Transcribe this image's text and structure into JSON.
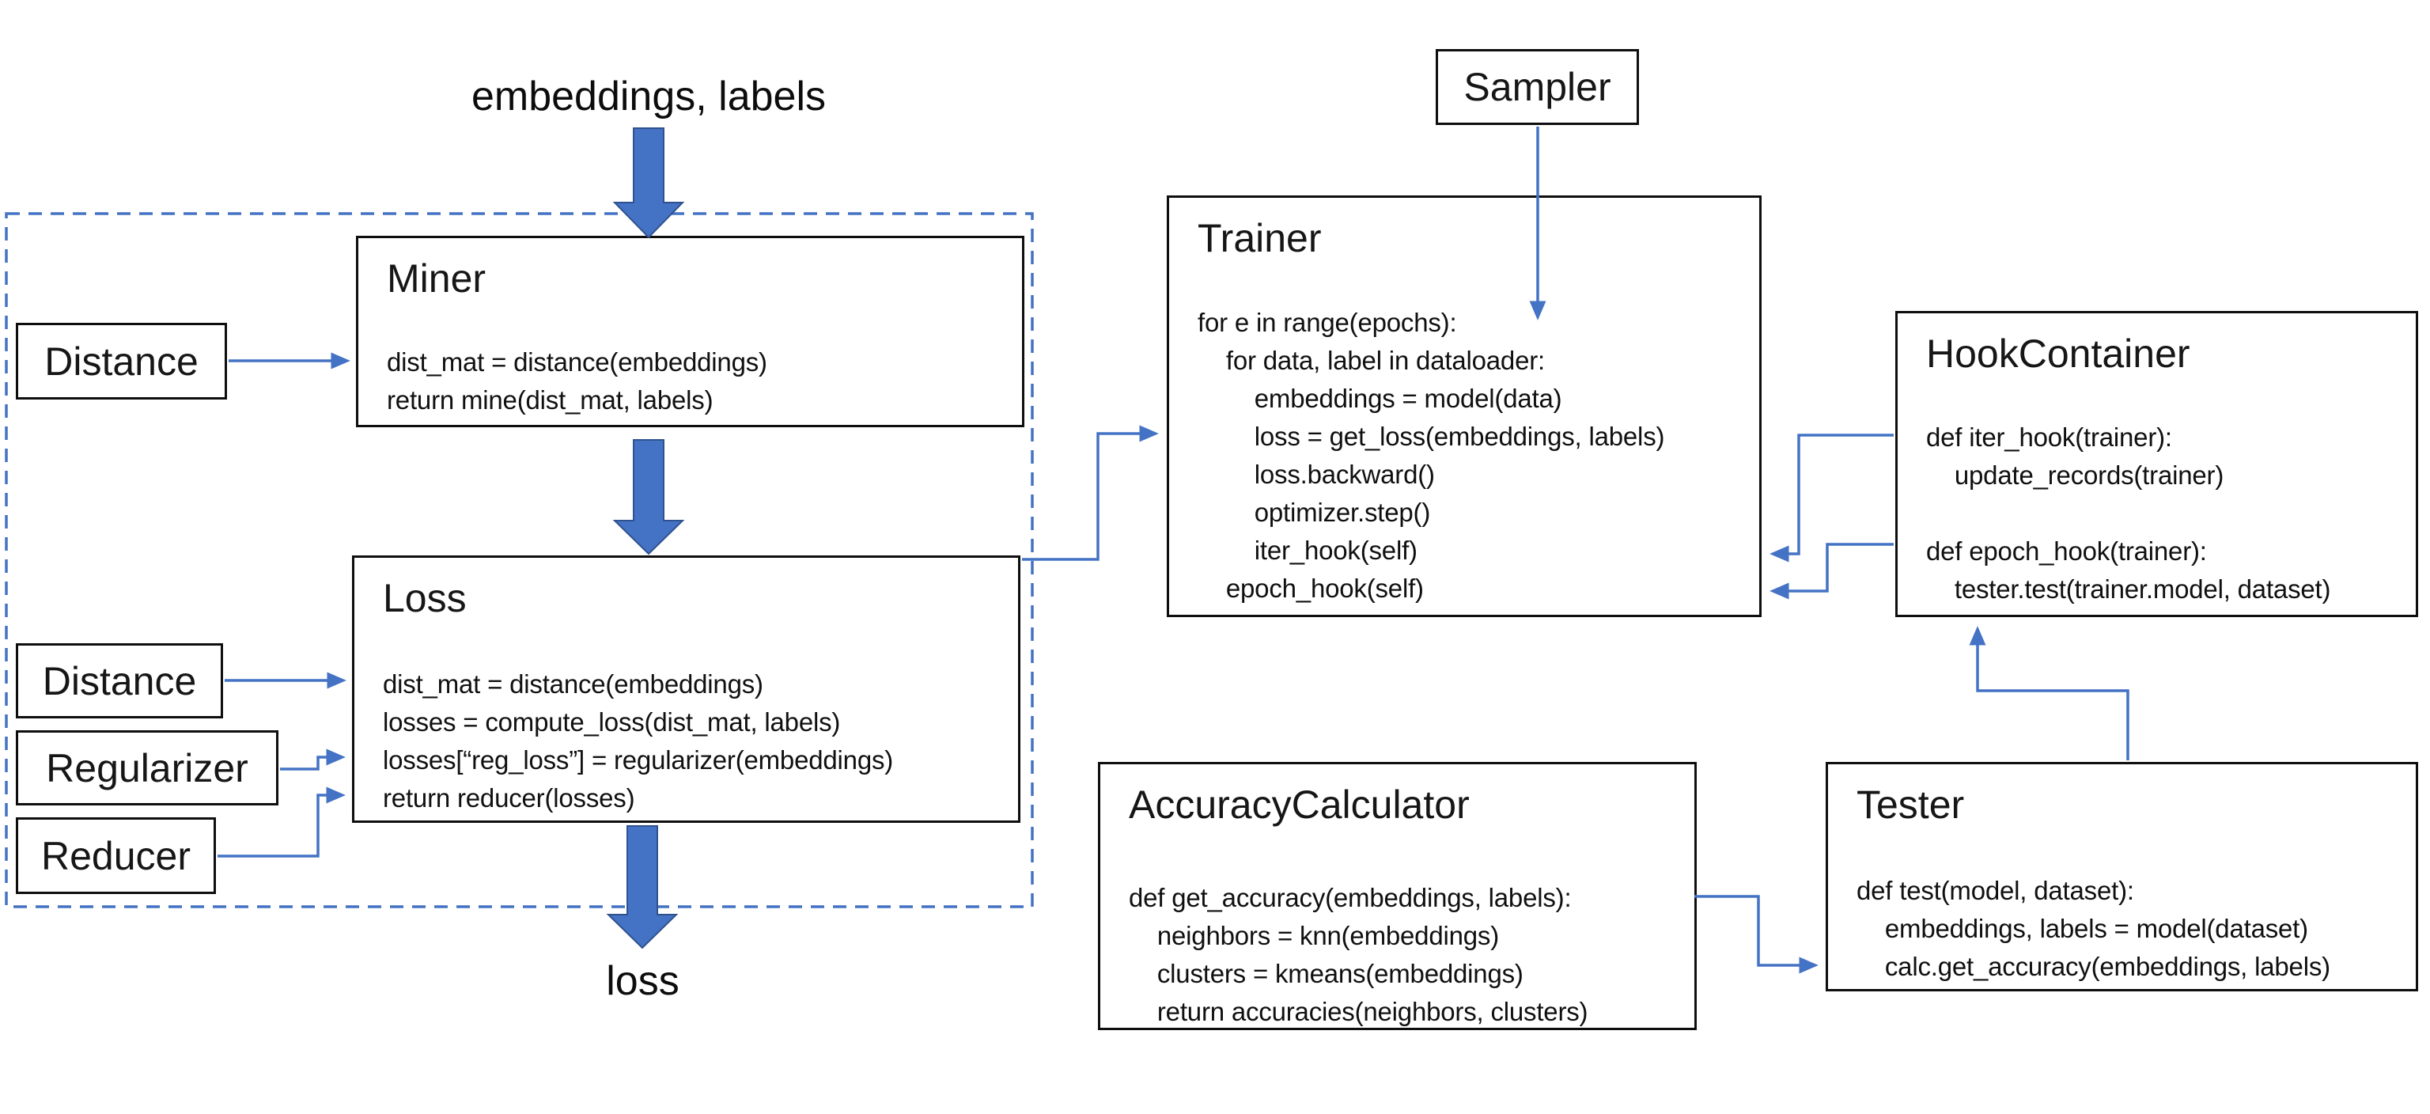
{
  "colors": {
    "accent_blue": "#4472C4",
    "arrow_edge": "#2F528F",
    "box_border": "#0e0e0e",
    "background": "#ffffff"
  },
  "labels": {
    "input": "embeddings, labels",
    "output": "loss"
  },
  "components": {
    "miner": {
      "title": "Miner",
      "code": [
        "dist_mat = distance(embeddings)",
        "return mine(dist_mat, labels)"
      ]
    },
    "loss": {
      "title": "Loss",
      "code": [
        "dist_mat = distance(embeddings)",
        "losses = compute_loss(dist_mat, labels)",
        "losses[“reg_loss”] = regularizer(embeddings)",
        "return reducer(losses)"
      ]
    },
    "trainer": {
      "title": "Trainer",
      "code": [
        "for e in range(epochs):",
        "    for data, label in dataloader:",
        "        embeddings = model(data)",
        "        loss = get_loss(embeddings, labels)",
        "        loss.backward()",
        "        optimizer.step()",
        "        iter_hook(self)",
        "    epoch_hook(self)"
      ]
    },
    "hook_container": {
      "title": "HookContainer",
      "code": [
        "def iter_hook(trainer):",
        "    update_records(trainer)",
        "",
        "def epoch_hook(trainer):",
        "    tester.test(trainer.model, dataset)"
      ]
    },
    "accuracy_calculator": {
      "title": "AccuracyCalculator",
      "code": [
        "def get_accuracy(embeddings, labels):",
        "    neighbors = knn(embeddings)",
        "    clusters = kmeans(embeddings)",
        "    return accuracies(neighbors, clusters)"
      ]
    },
    "tester": {
      "title": "Tester",
      "code": [
        "def test(model, dataset):",
        "    embeddings, labels = model(dataset)",
        "    calc.get_accuracy(embeddings, labels)"
      ]
    },
    "sampler": {
      "label": "Sampler"
    },
    "distance_top": {
      "label": "Distance"
    },
    "distance_bottom": {
      "label": "Distance"
    },
    "regularizer": {
      "label": "Regularizer"
    },
    "reducer": {
      "label": "Reducer"
    }
  }
}
